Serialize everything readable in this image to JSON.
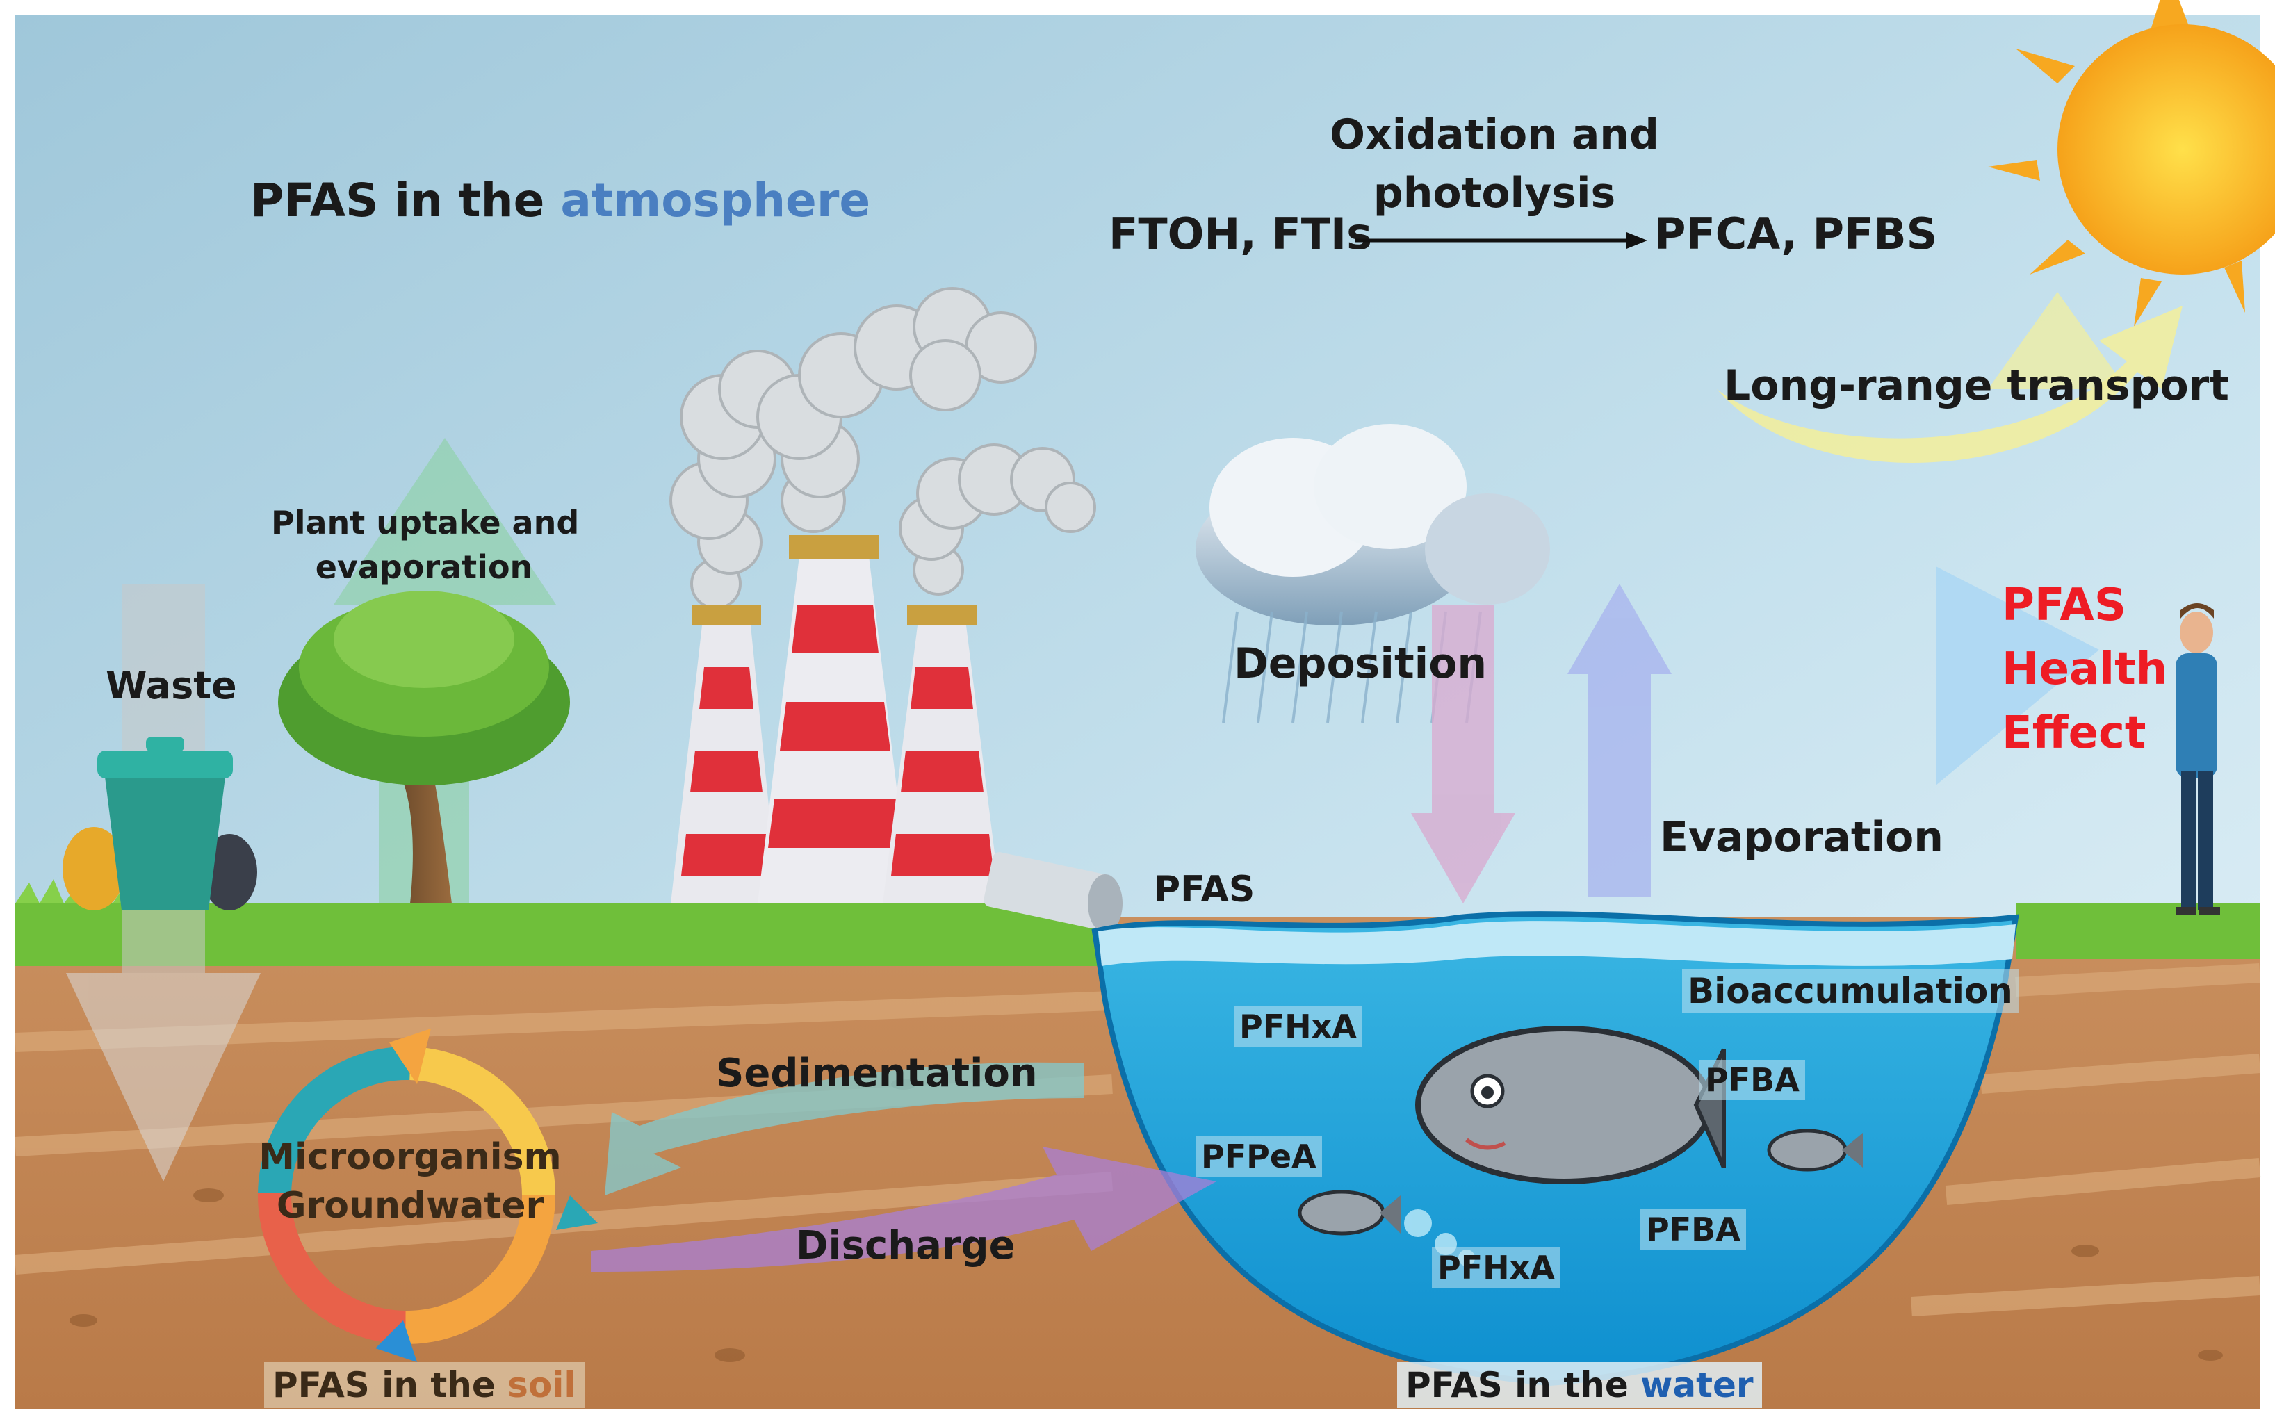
{
  "labels": {
    "atmosphere_prefix": "PFAS in the ",
    "atmosphere_word": "atmosphere",
    "oxidation_line1": "Oxidation and",
    "oxidation_line2": "photolysis",
    "reactants": "FTOH, FTIs",
    "products": "PFCA, PFBS",
    "long_range": "Long-range transport",
    "plant_line1": "Plant uptake and",
    "plant_line2": "evaporation",
    "waste": "Waste",
    "deposition": "Deposition",
    "evaporation": "Evaporation",
    "health_line1": "PFAS",
    "health_line2": "Health",
    "health_line3": "Effect",
    "pipe_pfas": "PFAS",
    "bioaccumulation": "Bioaccumulation",
    "pfhxa_top": "PFHxA",
    "pfba_top": "PFBA",
    "pfpea": "PFPeA",
    "pfba_bottom": "PFBA",
    "pfhxa_bottom": "PFHxA",
    "sedimentation": "Sedimentation",
    "discharge": "Discharge",
    "microorganism": "Microorganism",
    "groundwater": "Groundwater",
    "soil_prefix": "PFAS in the ",
    "soil_word": "soil",
    "water_prefix": "PFAS in the ",
    "water_word": "water"
  },
  "colors": {
    "atmosphere_word": "#4a7fc1",
    "health_text": "#ee1c24",
    "soil_word": "#c0703a",
    "water_word": "#1f5fb0"
  }
}
